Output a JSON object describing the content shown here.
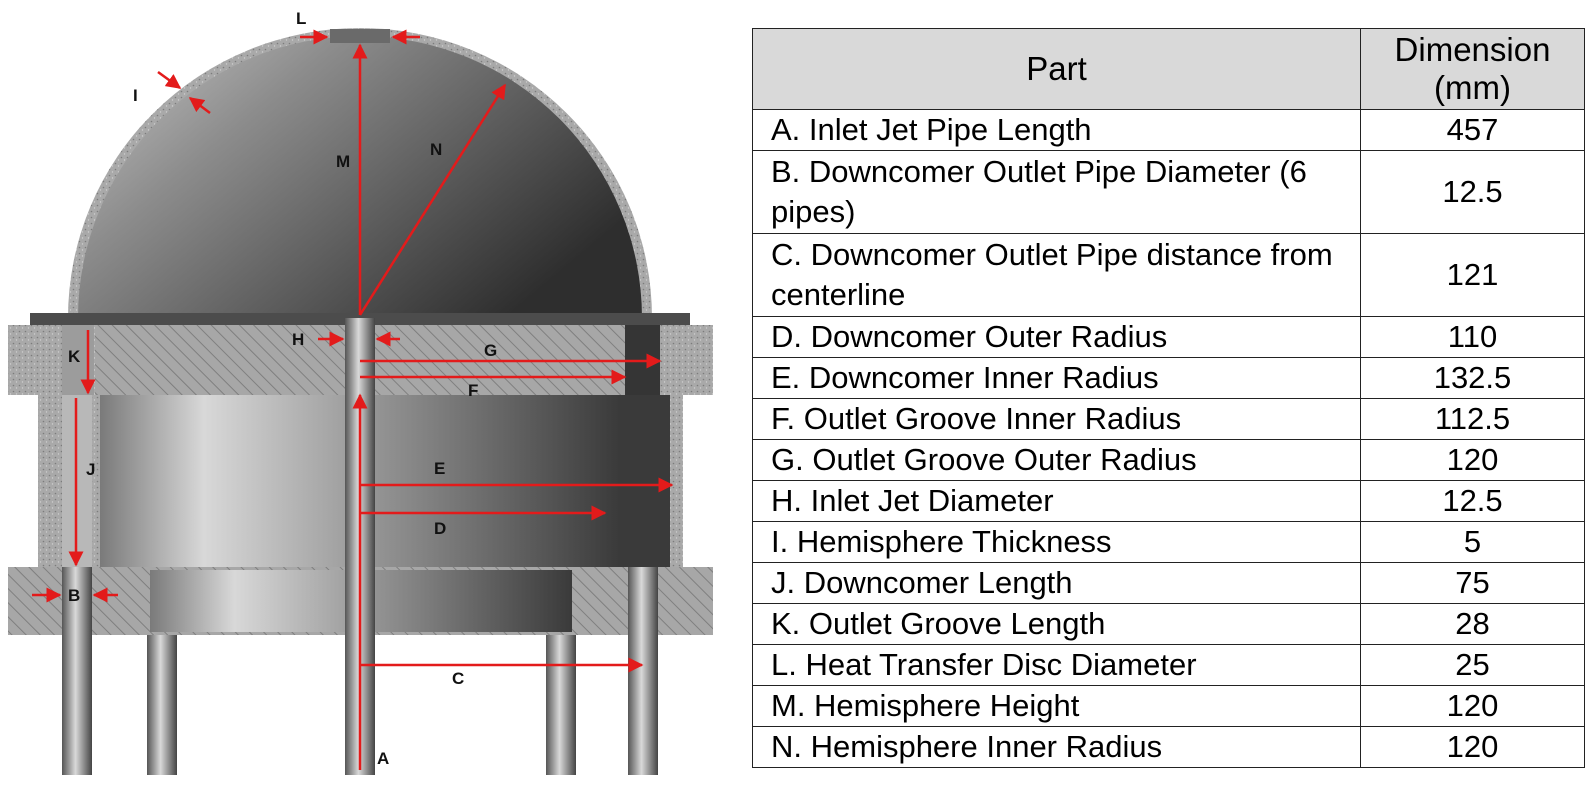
{
  "table": {
    "header": {
      "part": "Part",
      "dimension": "Dimension (mm)"
    },
    "rows": [
      {
        "part": "A. Inlet Jet Pipe Length",
        "value": "457"
      },
      {
        "part": "B. Downcomer Outlet Pipe Diameter (6 pipes)",
        "value": "12.5"
      },
      {
        "part": "C. Downcomer Outlet Pipe distance from centerline",
        "value": "121"
      },
      {
        "part": "D. Downcomer Outer Radius",
        "value": "110"
      },
      {
        "part": "E. Downcomer Inner Radius",
        "value": "132.5"
      },
      {
        "part": "F. Outlet Groove Inner Radius",
        "value": "112.5"
      },
      {
        "part": "G. Outlet Groove Outer Radius",
        "value": "120"
      },
      {
        "part": "H. Inlet Jet Diameter",
        "value": "12.5"
      },
      {
        "part": "I. Hemisphere Thickness",
        "value": "5"
      },
      {
        "part": "J. Downcomer Length",
        "value": "75"
      },
      {
        "part": "K. Outlet Groove Length",
        "value": "28"
      },
      {
        "part": "L. Heat Transfer Disc Diameter",
        "value": "25"
      },
      {
        "part": "M. Hemisphere Height",
        "value": "120"
      },
      {
        "part": "N. Hemisphere Inner Radius",
        "value": "120"
      }
    ]
  },
  "diagram": {
    "labels": {
      "A": "A",
      "B": "B",
      "C": "C",
      "D": "D",
      "E": "E",
      "F": "F",
      "G": "G",
      "H": "H",
      "I": "I",
      "J": "J",
      "K": "K",
      "L": "L",
      "M": "M",
      "N": "N"
    },
    "colors": {
      "dimension_arrow": "#e31b1b",
      "solid_dark": "#3a3a3a",
      "hatch": "#8a8a8a"
    }
  }
}
